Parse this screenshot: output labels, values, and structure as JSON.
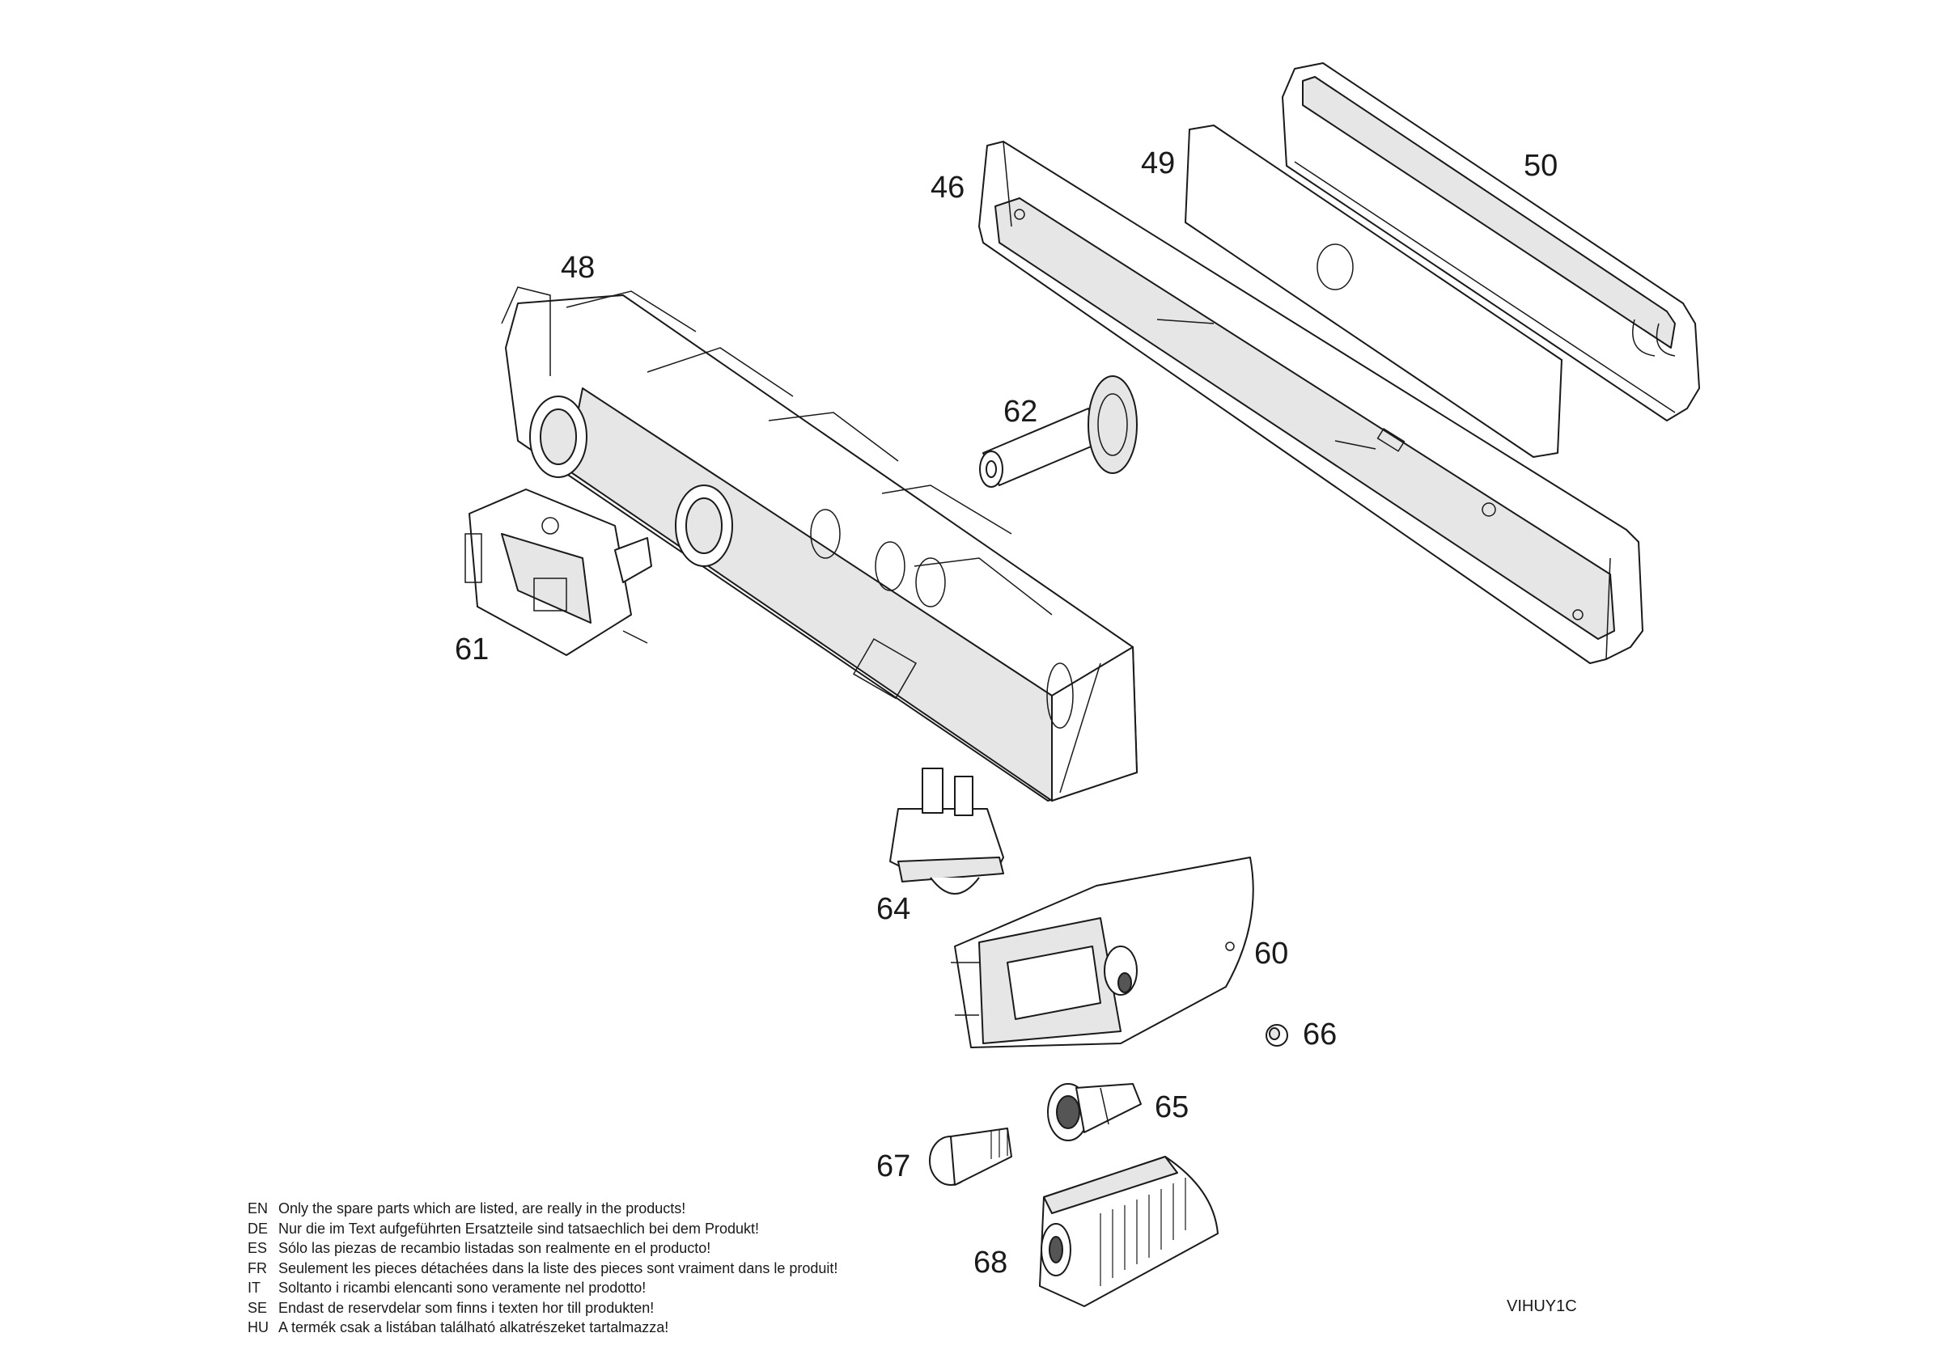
{
  "callouts": {
    "c46": "46",
    "c48": "48",
    "c49": "49",
    "c50": "50",
    "c60": "60",
    "c61": "61",
    "c62": "62",
    "c64": "64",
    "c65": "65",
    "c66": "66",
    "c67": "67",
    "c68": "68"
  },
  "disclaimer": [
    {
      "lang": "EN",
      "text": "Only the spare parts which are listed, are really in the products!"
    },
    {
      "lang": "DE",
      "text": "Nur die im Text aufgeführten Ersatzteile sind tatsaechlich bei dem Produkt!"
    },
    {
      "lang": "ES",
      "text": "Sólo las piezas de recambio  listadas son realmente en el producto!"
    },
    {
      "lang": "FR",
      "text": "Seulement les pieces détachées dans la liste des pieces sont vraiment dans le produit!"
    },
    {
      "lang": "IT",
      "text": "Soltanto i ricambi elencanti sono veramente nel prodotto!"
    },
    {
      "lang": "SE",
      "text": "Endast de reservdelar som finns i texten hor till produkten!"
    },
    {
      "lang": "HU",
      "text": "A termék csak a listában található alkatrészeket tartalmazza!"
    }
  ],
  "drawing_code": "VIHUY1C"
}
